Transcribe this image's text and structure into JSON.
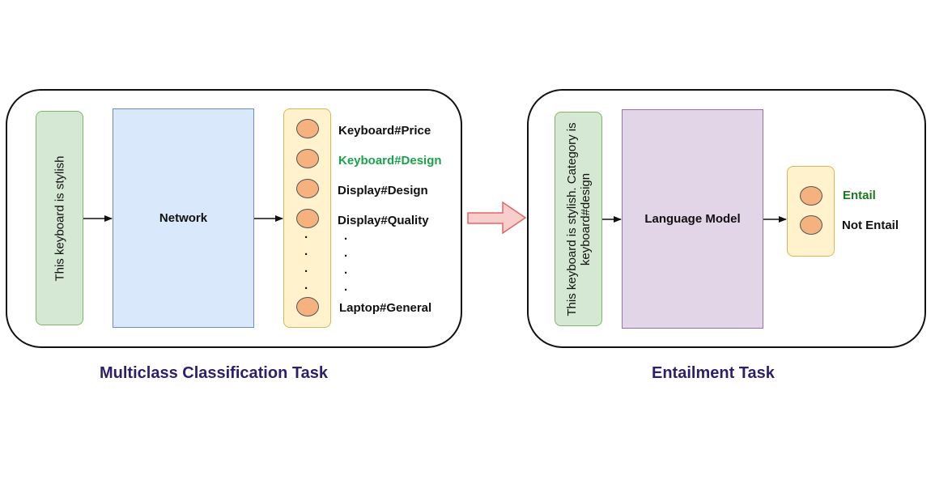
{
  "left_panel": {
    "input_text": "This keyboard is stylish",
    "network_label": "Network",
    "outputs": [
      {
        "label": "Keyboard#Price",
        "color": "#111111"
      },
      {
        "label": "Keyboard#Design",
        "color": "#1aa34a"
      },
      {
        "label": "Display#Design",
        "color": "#111111"
      },
      {
        "label": "Display#Quality",
        "color": "#111111"
      },
      {
        "label": "Laptop#General",
        "color": "#111111"
      }
    ],
    "caption": "Multiclass Classification Task"
  },
  "right_panel": {
    "input_text_line1": "This keyboard is stylish. Category is",
    "input_text_line2": "keyboard#design",
    "model_label": "Language Model",
    "outputs": [
      {
        "label": "Entail",
        "color": "#1a7a1a"
      },
      {
        "label": "Not Entail",
        "color": "#111111"
      }
    ],
    "caption": "Entailment Task"
  },
  "colors": {
    "input_fill": "#d5e8d4",
    "network_fill": "#dae8fc",
    "model_fill": "#e1d5e7",
    "output_fill": "#fff2cc",
    "node_fill": "#f5b27f",
    "transition_arrow": "#f8cecc",
    "caption": "#2e1f6e"
  },
  "icons": [
    "right-arrow-icon",
    "transition-arrow-icon"
  ]
}
